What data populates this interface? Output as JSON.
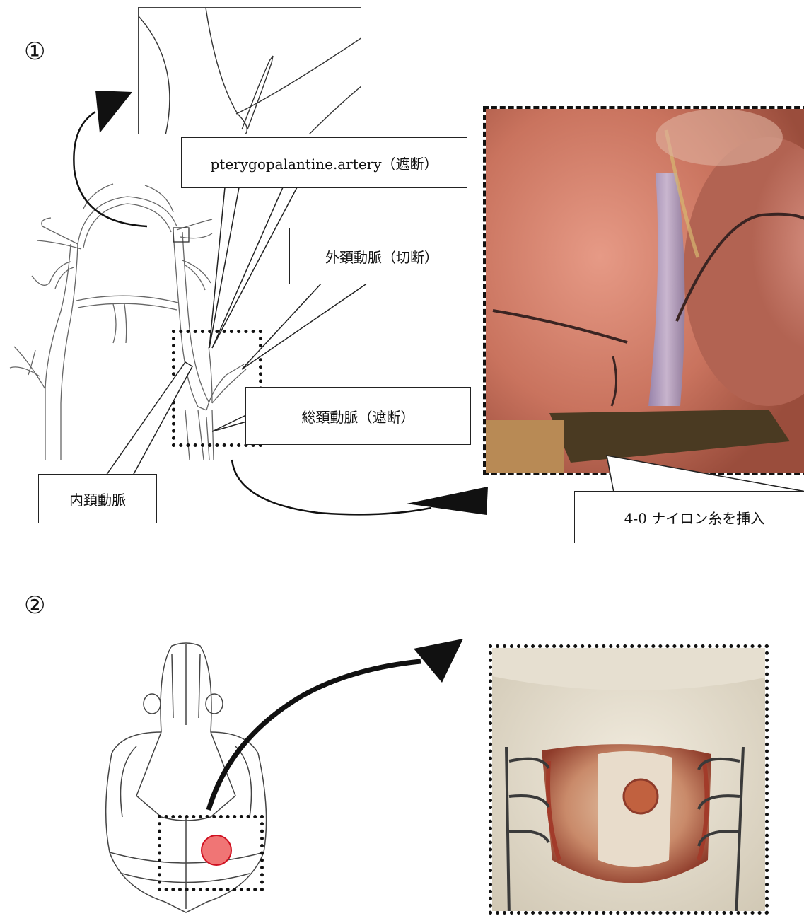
{
  "section1": {
    "marker": "①",
    "labels": {
      "pterygo": "pterygopalantine.artery（遮断）",
      "external": "外頚動脈（切断）",
      "common": "総頚動脈（遮断）",
      "internal": "内頚動脈",
      "nylon": "4-0 ナイロン糸を挿入"
    }
  },
  "section2": {
    "marker": "②"
  },
  "colors": {
    "tissue": "#c8705a",
    "tissue_light": "#e0a090",
    "fur": "#e9e2d2",
    "red_dot": "#f07575",
    "red_dot_edge": "#d01020"
  }
}
